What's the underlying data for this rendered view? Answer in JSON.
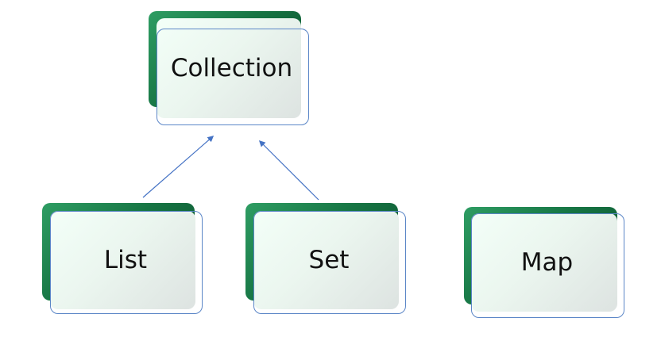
{
  "diagram": {
    "nodes": {
      "collection": "Collection",
      "list": "List",
      "set": "Set",
      "map": "Map"
    },
    "edges": [
      {
        "from": "List",
        "to": "Collection"
      },
      {
        "from": "Set",
        "to": "Collection"
      }
    ],
    "colors": {
      "box_back": "#167443",
      "box_front": "#ebf6ef",
      "box_outline": "#5b86c7",
      "arrow": "#4472c4",
      "text": "#111111"
    }
  }
}
